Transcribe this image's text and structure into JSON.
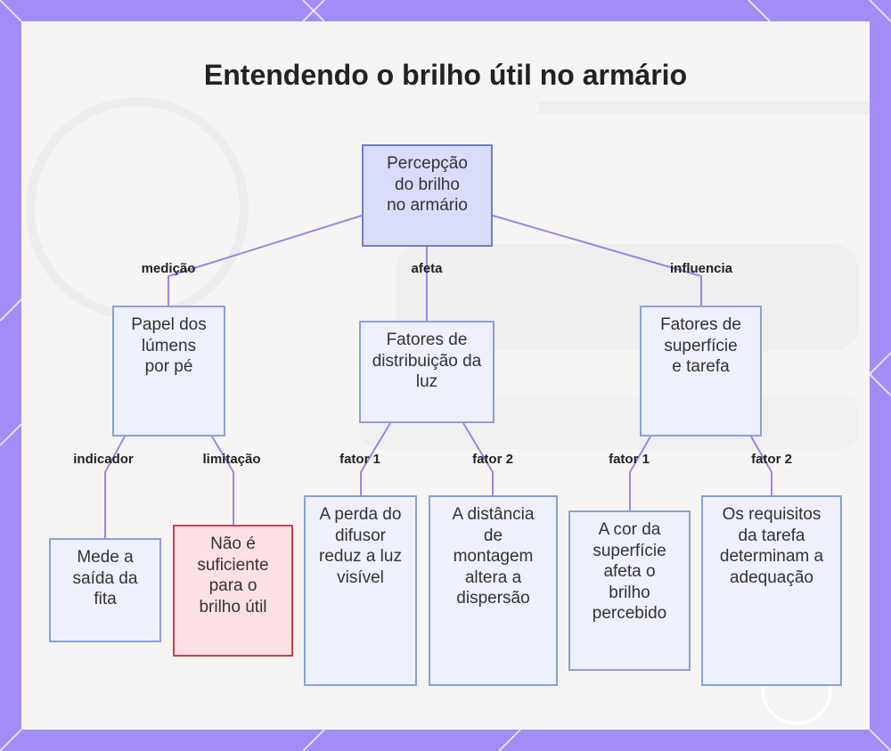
{
  "title": "Entendendo o brilho útil no armário",
  "colors": {
    "frame": "#a38cf6",
    "panel": "#f6f5f4",
    "edge": "#9d84e6",
    "node_fill": "#eef0fb",
    "node_border": "#8aa0d8",
    "root_fill": "#d9dcfb",
    "warn_fill": "#fbe0e4",
    "warn_border": "#c9434f"
  },
  "nodes": {
    "root": "Percepção do brilho no armário",
    "lumens": "Papel dos lúmens por pé",
    "distribution": "Fatores de distribuição da luz",
    "surface": "Fatores de superfície e tarefa",
    "measures": "Mede a saída da fita",
    "not_enough": "Não é suficiente para o brilho útil",
    "diffuser": "A perda do difusor reduz a luz visível",
    "distance": "A distância de montagem altera a dispersão",
    "color": "A cor da superfície afeta o brilho percebido",
    "requirements": "Os requisitos da tarefa determinam a adequação"
  },
  "edges": {
    "medicao": "medição",
    "afeta": "afeta",
    "influencia": "influencia",
    "indicador": "indicador",
    "limitacao": "limitação",
    "fator1_a": "fator 1",
    "fator2_a": "fator 2",
    "fator1_b": "fator 1",
    "fator2_b": "fator 2"
  }
}
